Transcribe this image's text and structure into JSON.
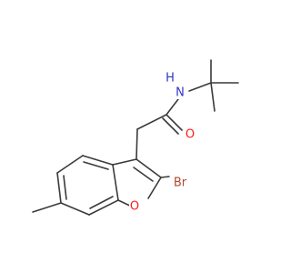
{
  "molecule": {
    "atoms": {
      "nh": {
        "label": "N",
        "suffix": "H",
        "color": "#2f35c8"
      },
      "h": {
        "label": "H",
        "color": "#2f35c8"
      },
      "o_carbonyl": {
        "label": "O",
        "color": "#ff1a1a"
      },
      "o_ring": {
        "label": "O",
        "color": "#ff1a1a"
      },
      "br": {
        "label": "Br",
        "color": "#b04a2b"
      }
    },
    "colors": {
      "bond": "#3a3a3a",
      "background": "#ffffff"
    }
  }
}
